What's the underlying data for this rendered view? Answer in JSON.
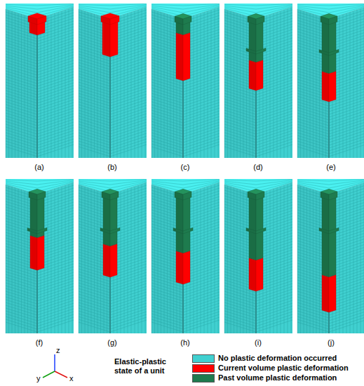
{
  "diagram": {
    "labels": [
      "(a)",
      "(b)",
      "(c)",
      "(d)",
      "(e)",
      "(f)",
      "(g)",
      "(h)",
      "(i)",
      "(j)",
      "z",
      "y",
      "x",
      "Elastic-plastic state of a unit"
    ],
    "legend": [
      {
        "text": "No plastic deformation occurred",
        "color": "#40d0d0"
      },
      {
        "text": "Current volume plastic deformation",
        "color": "#ff0000"
      },
      {
        "text": "Past volume plastic deformation",
        "color": "#1e7b4e"
      }
    ]
  }
}
